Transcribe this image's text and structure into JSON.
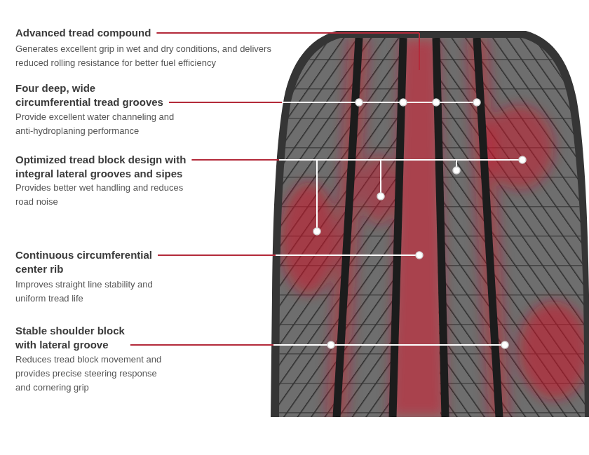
{
  "diagram": {
    "labels": [
      "Advanced tread compound",
      "Generates excellent grip in wet and dry conditions, and delivers reduced rolling resistance for better fuel efficiency",
      "Four deep, wide circumferential tread grooves",
      "Provide excellent water channeling and anti-hydroplaning performance",
      "Optimized tread block design with integral lateral grooves and sipes",
      "Provides better wet handling and reduces road noise",
      "Continuous circumferential center rib",
      "Improves straight line stability and uniform tread life",
      "Stable shoulder block with lateral groove",
      "Reduces tread block movement and provides precise steering response and cornering grip"
    ]
  }
}
